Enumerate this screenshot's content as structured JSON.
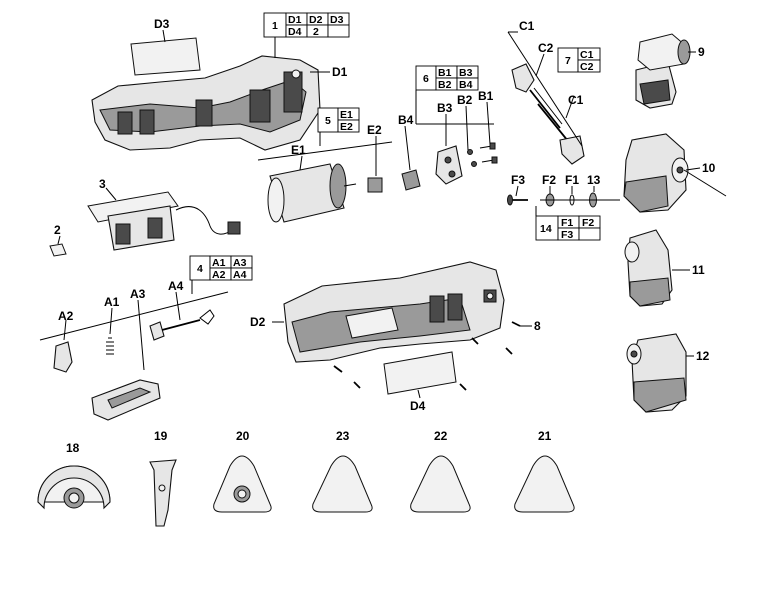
{
  "callouts": {
    "d3": "D3",
    "d1": "D1",
    "c1_top": "C1",
    "c2": "C2",
    "c1_mid": "C1",
    "n9": "9",
    "n10": "10",
    "n11": "11",
    "n12": "12",
    "b1": "B1",
    "b2": "B2",
    "b3": "B3",
    "b4": "B4",
    "e1": "E1",
    "e2": "E2",
    "n3": "3",
    "n2": "2",
    "f1": "F1",
    "f2": "F2",
    "f3": "F3",
    "n13": "13",
    "a1": "A1",
    "a2": "A2",
    "a3": "A3",
    "a4": "A4",
    "d2": "D2",
    "d4": "D4",
    "n8": "8",
    "n18": "18",
    "n19": "19",
    "n20": "20",
    "n23": "23",
    "n22": "22",
    "n21": "21"
  },
  "tables": {
    "t1": {
      "num": "1",
      "r1": [
        "D1",
        "D2",
        "D3"
      ],
      "r2": [
        "D4",
        "2",
        ""
      ]
    },
    "t7": {
      "num": "7",
      "r1": [
        "C1"
      ],
      "r2": [
        "C2"
      ]
    },
    "t6": {
      "num": "6",
      "r1": [
        "B1",
        "B3"
      ],
      "r2": [
        "B2",
        "B4"
      ]
    },
    "t5": {
      "num": "5",
      "r1": [
        "E1"
      ],
      "r2": [
        "E2"
      ]
    },
    "t14": {
      "num": "14",
      "r1": [
        "F1",
        "F2"
      ],
      "r2": [
        "F3",
        ""
      ]
    },
    "t4": {
      "num": "4",
      "r1": [
        "A1",
        "A3"
      ],
      "r2": [
        "A2",
        "A4"
      ]
    }
  }
}
